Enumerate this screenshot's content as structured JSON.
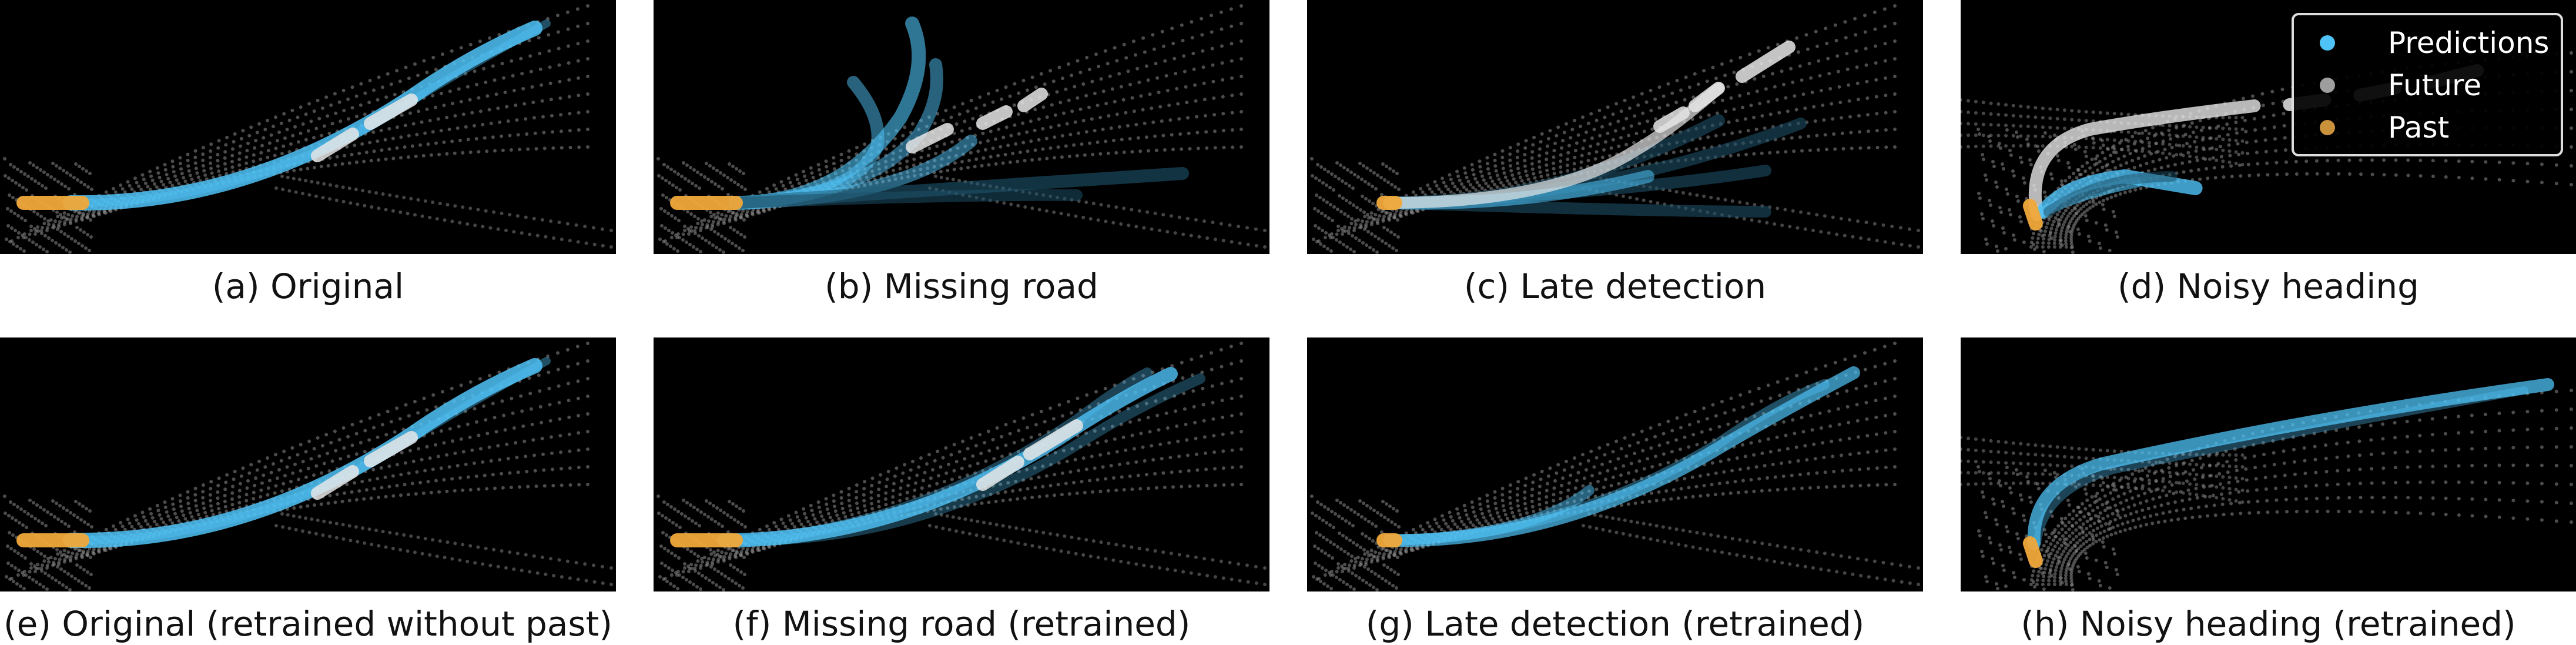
{
  "panels": [
    {
      "caption": "(a) Original",
      "variant": "original"
    },
    {
      "caption": "(b) Missing road",
      "variant": "missing-road"
    },
    {
      "caption": "(c) Late detection",
      "variant": "late-detection"
    },
    {
      "caption": "(d) Noisy heading",
      "variant": "noisy-heading"
    },
    {
      "caption": "(e) Original (retrained without past)",
      "variant": "original"
    },
    {
      "caption": "(f) Missing road (retrained)",
      "variant": "original-spread"
    },
    {
      "caption": "(g) Late detection (retrained)",
      "variant": "late-retrained"
    },
    {
      "caption": "(h) Noisy heading (retrained)",
      "variant": "heading-retrained"
    }
  ],
  "legend": {
    "items": [
      {
        "label": "Predictions",
        "color": "#4fc3f7"
      },
      {
        "label": "Future",
        "color": "#9e9e9e"
      },
      {
        "label": "Past",
        "color": "#c8913a"
      }
    ]
  },
  "colors": {
    "background": "#000000",
    "road_points": "#8a8a8a",
    "prediction": "#4fc3f7",
    "future": "#e6e6e6",
    "past": "#f0a83a"
  }
}
